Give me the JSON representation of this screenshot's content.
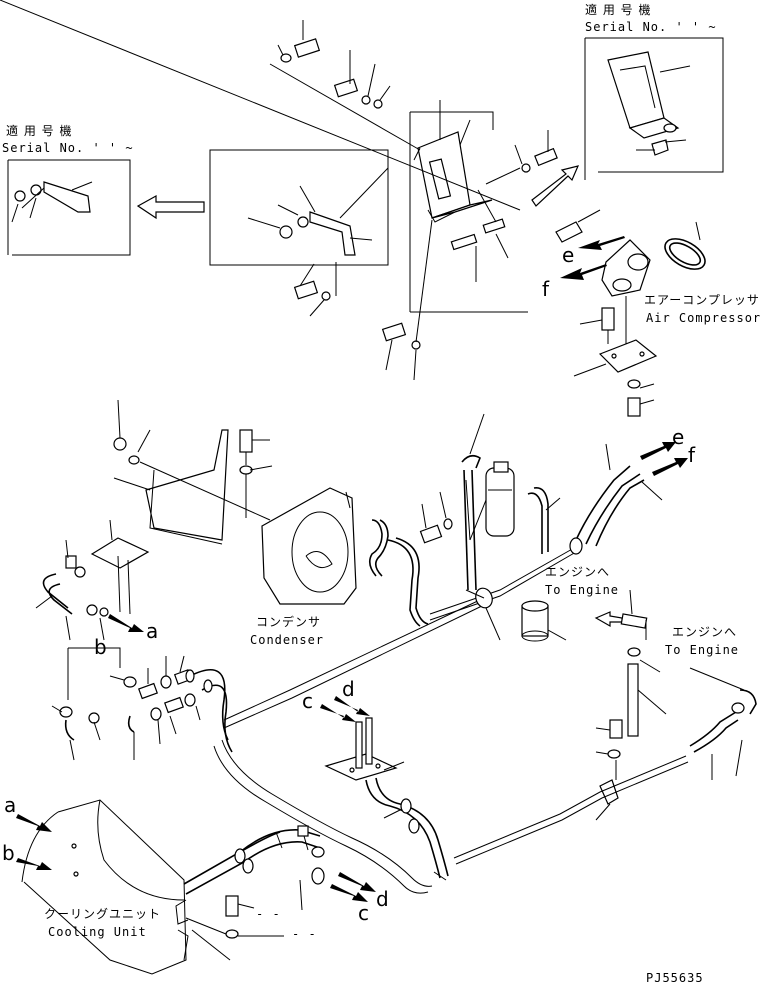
{
  "labels": {
    "serial_top_right_jp": "適 用 号 機",
    "serial_top_right_en": "Serial No.  ' ' ~",
    "serial_left_jp": "適 用 号 機",
    "serial_left_en": "Serial No.  ' ' ~",
    "air_compressor_jp": "エアーコンプレッサ",
    "air_compressor_en": "Air Compressor",
    "condenser_jp": "コンデンサ",
    "condenser_en": "Condenser",
    "to_engine_jp_1": "エンジンへ",
    "to_engine_en_1": "To Engine",
    "to_engine_jp_2": "エンジンへ",
    "to_engine_en_2": "To Engine",
    "cooling_unit_jp": "クーリングユニット",
    "cooling_unit_en": "Cooling Unit",
    "drawing_code": "PJ55635"
  },
  "refs": {
    "a1": "a",
    "b1": "b",
    "a2": "a",
    "b2": "b",
    "c1": "c",
    "d1": "d",
    "c2": "c",
    "d2": "d",
    "e1": "e",
    "f1": "f",
    "e2": "e",
    "f2": "f"
  },
  "dashes": {
    "dash1": "- -",
    "dash2": "- -"
  }
}
